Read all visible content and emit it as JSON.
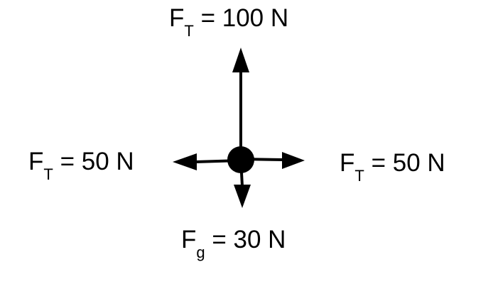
{
  "diagram": {
    "title": "Free body diagram",
    "forces": {
      "up": {
        "symbol": "F",
        "subscript": "T",
        "text": " = 100 N"
      },
      "left": {
        "symbol": "F",
        "subscript": "T",
        "text": " = 50 N"
      },
      "right": {
        "symbol": "F",
        "subscript": "T",
        "text": " = 50 N"
      },
      "down": {
        "symbol": "F",
        "subscript": "g",
        "text": " = 30 N"
      }
    },
    "color": "#000000"
  }
}
